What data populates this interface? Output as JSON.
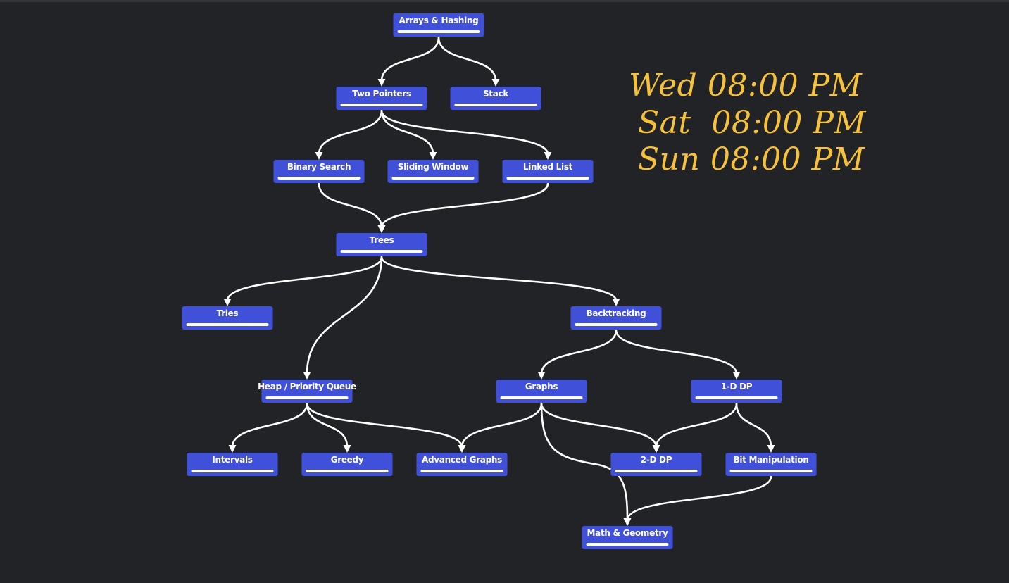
{
  "colors": {
    "background": "#222327",
    "node_fill": "#4150d8",
    "node_text": "#ffffff",
    "edge": "#ffffff",
    "schedule_text": "#f7c23a"
  },
  "roadmap": {
    "nodes": [
      {
        "id": "arrays",
        "label": "Arrays & Hashing"
      },
      {
        "id": "two_pointers",
        "label": "Two Pointers"
      },
      {
        "id": "stack",
        "label": "Stack"
      },
      {
        "id": "binary_search",
        "label": "Binary Search"
      },
      {
        "id": "sliding_window",
        "label": "Sliding Window"
      },
      {
        "id": "linked_list",
        "label": "Linked List"
      },
      {
        "id": "trees",
        "label": "Trees"
      },
      {
        "id": "tries",
        "label": "Tries"
      },
      {
        "id": "backtracking",
        "label": "Backtracking"
      },
      {
        "id": "heap",
        "label": "Heap / Priority Queue"
      },
      {
        "id": "graphs",
        "label": "Graphs"
      },
      {
        "id": "dp1",
        "label": "1-D DP"
      },
      {
        "id": "intervals",
        "label": "Intervals"
      },
      {
        "id": "greedy",
        "label": "Greedy"
      },
      {
        "id": "adv_graphs",
        "label": "Advanced Graphs"
      },
      {
        "id": "dp2",
        "label": "2-D DP"
      },
      {
        "id": "bit",
        "label": "Bit Manipulation"
      },
      {
        "id": "math",
        "label": "Math & Geometry"
      }
    ],
    "edges": [
      {
        "from": "arrays",
        "to": "two_pointers"
      },
      {
        "from": "arrays",
        "to": "stack"
      },
      {
        "from": "two_pointers",
        "to": "binary_search"
      },
      {
        "from": "two_pointers",
        "to": "sliding_window"
      },
      {
        "from": "two_pointers",
        "to": "linked_list"
      },
      {
        "from": "binary_search",
        "to": "trees"
      },
      {
        "from": "linked_list",
        "to": "trees"
      },
      {
        "from": "trees",
        "to": "tries"
      },
      {
        "from": "trees",
        "to": "heap"
      },
      {
        "from": "trees",
        "to": "backtracking"
      },
      {
        "from": "backtracking",
        "to": "graphs"
      },
      {
        "from": "backtracking",
        "to": "dp1"
      },
      {
        "from": "heap",
        "to": "intervals"
      },
      {
        "from": "heap",
        "to": "greedy"
      },
      {
        "from": "heap",
        "to": "adv_graphs"
      },
      {
        "from": "graphs",
        "to": "adv_graphs"
      },
      {
        "from": "graphs",
        "to": "dp2"
      },
      {
        "from": "graphs",
        "to": "math"
      },
      {
        "from": "dp1",
        "to": "dp2"
      },
      {
        "from": "dp1",
        "to": "bit"
      },
      {
        "from": "bit",
        "to": "math"
      }
    ]
  },
  "schedule": [
    {
      "day": "Wed",
      "time": "08:00 PM"
    },
    {
      "day": "Sat",
      "time": "08:00 PM"
    },
    {
      "day": "Sun",
      "time": "08:00 PM"
    }
  ]
}
